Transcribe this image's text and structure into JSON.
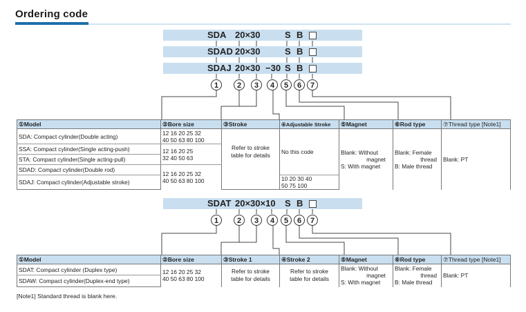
{
  "title": "Ordering code",
  "code1": {
    "rows": [
      {
        "model": "SDA",
        "size": "20×30",
        "opt": "",
        "s": "S",
        "b": "B"
      },
      {
        "model": "SDAD",
        "size": "20×30",
        "opt": "",
        "s": "S",
        "b": "B"
      },
      {
        "model": "SDAJ",
        "size": "20×30",
        "opt": "−30",
        "s": "S",
        "b": "B"
      }
    ]
  },
  "circles": [
    "1",
    "2",
    "3",
    "4",
    "5",
    "6",
    "7"
  ],
  "table1": {
    "headers": [
      "①Model",
      "②Bore size",
      "③Stroke",
      "④Adjustable Stroke",
      "⑤Magnet",
      "⑥Rod type",
      "⑦Thread type [Note1]"
    ],
    "models": [
      "SDA: Compact cylinder(Double acting)",
      "SSA: Compact cylinder(Single acting-push)",
      "STA: Compact cylinder(Single acting-pull)",
      "SDAD: Compact cylinder(Double rod)",
      "SDAJ: Compact cylinder(Adjustable stroke)"
    ],
    "bore1_a": "12 16  20  25  32",
    "bore1_b": "40 50  63  80 100",
    "bore2_a": "12 16  20  25",
    "bore2_b": "32  40 50  63",
    "bore3_a": "12 16  20  25  32",
    "bore3_b": "40 50  63  80 100",
    "stroke_a": "Refer to stroke",
    "stroke_b": "table for details",
    "adj_none": "No this code",
    "adj_vals_a": "10 20 30 40",
    "adj_vals_b": "50 75 100",
    "magnet_a": "Blank: Without",
    "magnet_b": "magnet",
    "magnet_c": "S: With magnet",
    "rod_a": "Blank: Female",
    "rod_b": "thread",
    "rod_c": "B: Male thread",
    "thread": "Blank: PT"
  },
  "code2": {
    "model": "SDAT",
    "size": "20×30×10",
    "s": "S",
    "b": "B"
  },
  "table2": {
    "headers": [
      "①Model",
      "②Bore size",
      "③Stroke 1",
      "④Stroke 2",
      "⑤Magnet",
      "⑥Rod type",
      "⑦Thread type [Note1]"
    ],
    "models": [
      "SDAT: Compact cylinder (Duplex type)",
      "SDAW: Compact cylinder(Duplex-end type)"
    ],
    "bore_a": "12 16  20  25  32",
    "bore_b": "40 50  63  80 100",
    "stroke1_a": "Refer to stroke",
    "stroke1_b": "table for details",
    "stroke2_a": "Refer to stroke",
    "stroke2_b": "table for details",
    "magnet_a": "Blank: Without",
    "magnet_b": "magnet",
    "magnet_c": "S: With magnet",
    "rod_a": "Blank: Female",
    "rod_b": "thread",
    "rod_c": "B: Male thread",
    "thread": "Blank: PT"
  },
  "note": "[Note1] Standard thread is blank here."
}
